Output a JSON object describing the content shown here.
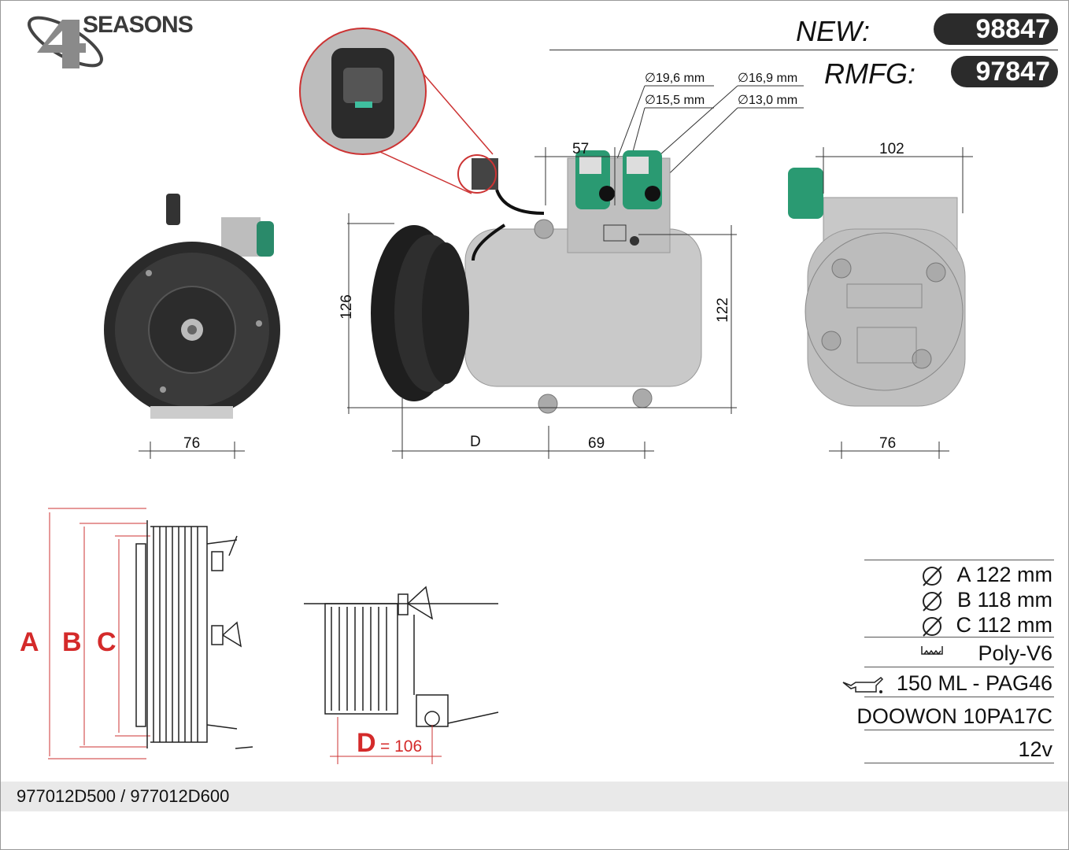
{
  "brand": {
    "name": "SEASONS",
    "number": "4"
  },
  "header": {
    "new_label": "NEW:",
    "new_value": "98847",
    "rmfg_label": "RMFG:",
    "rmfg_value": "97847"
  },
  "ports": {
    "d1": "19,6 mm",
    "d2": "15,5 mm",
    "d3": "16,9 mm",
    "d4": "13,0 mm",
    "diam_symbol": "∅"
  },
  "dimensions": {
    "front_width": "76",
    "side_height": "126",
    "side_height_right": "122",
    "top_width": "57",
    "d_label": "D",
    "rear_offset": "69",
    "rear_top": "102",
    "rear_width": "76"
  },
  "pulley": {
    "label_a": "A",
    "label_b": "B",
    "label_c": "C",
    "d_label": "D",
    "d_value": "= 106"
  },
  "specs": {
    "a": "A 122 mm",
    "b": "B 118 mm",
    "c": "C 112 mm",
    "belt": "Poly-V6",
    "oil": "150 ML - PAG46",
    "model": "DOOWON 10PA17C",
    "voltage": "12v"
  },
  "footer": {
    "oem": "977012D500 / 977012D600"
  }
}
